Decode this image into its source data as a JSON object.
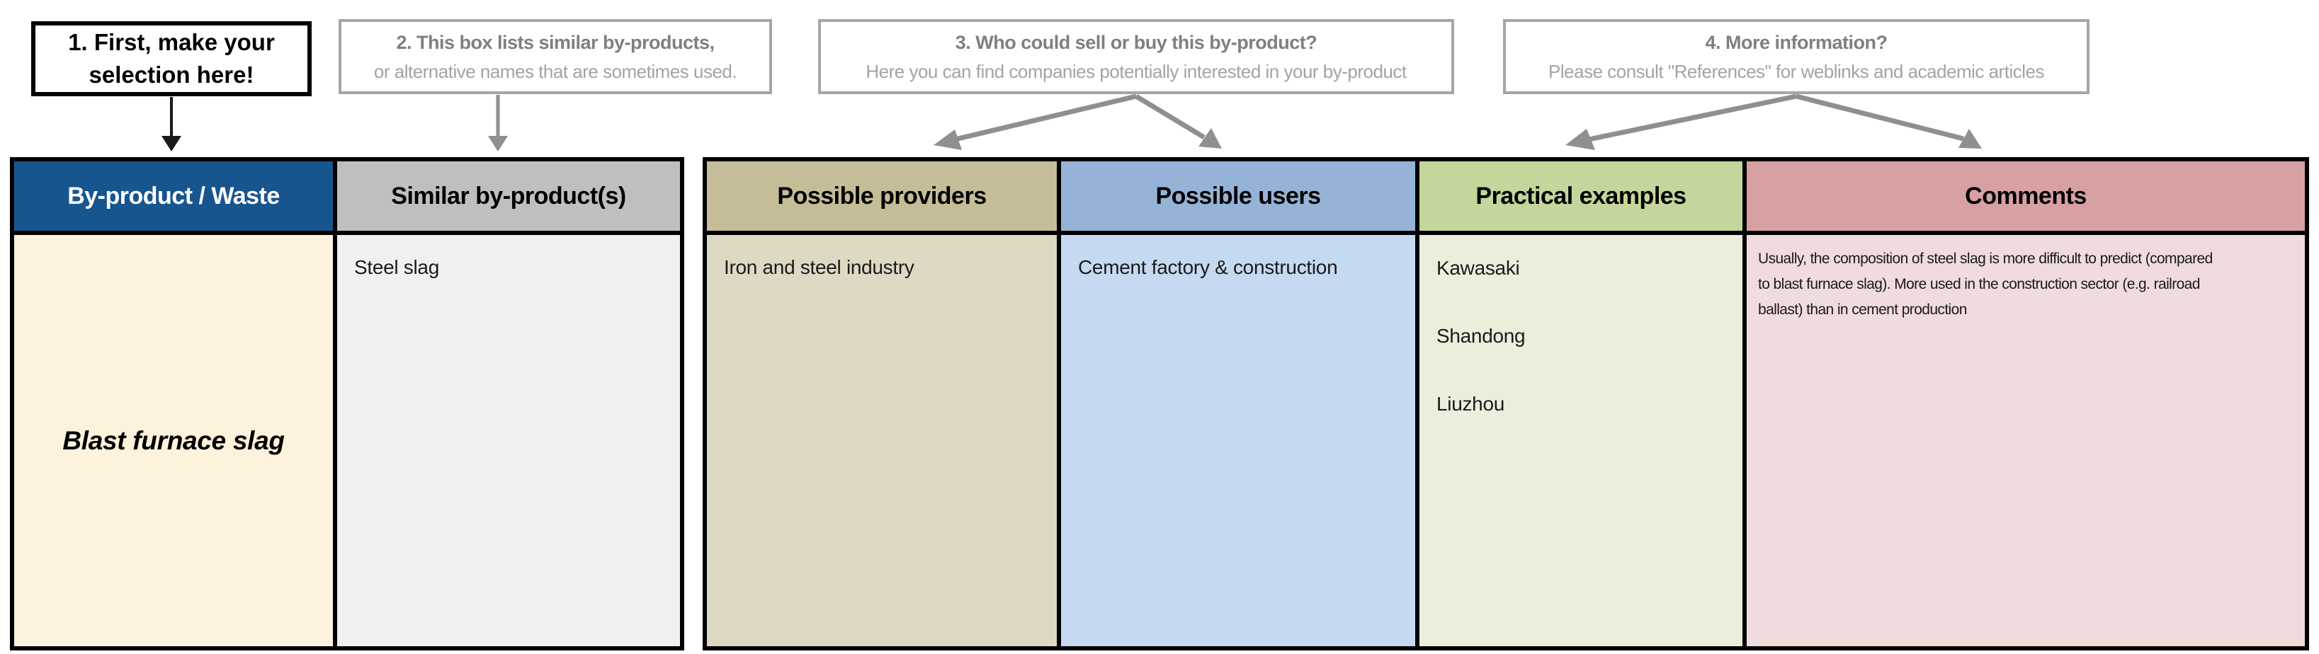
{
  "annotations": {
    "box1": {
      "text": "1. First, make your selection here!"
    },
    "box2": {
      "line1": "2. This box lists similar by-products,",
      "line2": "or alternative names that are sometimes used."
    },
    "box3": {
      "line1": "3. Who could sell or buy this by-product?",
      "line2": "Here you can find companies potentially interested in your by-product"
    },
    "box4": {
      "line1": "4. More information?",
      "line2": "Please consult \"References\"  for weblinks and academic articles"
    }
  },
  "table": {
    "headers": {
      "byproduct": "By-product / Waste",
      "similar": "Similar by-product(s)",
      "providers": "Possible providers",
      "users": "Possible users",
      "examples": "Practical examples",
      "comments": "Comments"
    },
    "row": {
      "byproduct": "Blast furnace slag",
      "similar": "Steel slag",
      "providers": "Iron and steel industry",
      "users": "Cement factory & construction",
      "examples": [
        "Kawasaki",
        "Shandong",
        "Liuzhou"
      ],
      "comment_lines": [
        "Usually, the composition of steel slag is more difficult to predict (compared",
        "to blast furnace slag). More used in the construction sector (e.g. railroad",
        "ballast) than in cement production"
      ]
    }
  },
  "colors": {
    "border_black": "#000000",
    "annotation_border": "#a6a6a6",
    "annotation_text_bold": "#7f7f7f",
    "annotation_text_light": "#a3a3a3",
    "arrow_black": "#1a1a1a",
    "arrow_gray": "#8f8f8f",
    "header_blue": "#17558f",
    "header_text_light": "#ffffff",
    "header_gray": "#bfbfbf",
    "header_tan": "#c4bd97",
    "header_users_blue": "#95b3d7",
    "header_green": "#c3d69b",
    "header_pink": "#d7a0a3",
    "body_cream": "#fdf3dc",
    "body_gray": "#f0f0f0",
    "body_tan": "#ddd9c3",
    "body_blue": "#c5d9f1",
    "body_green": "#eaefdc",
    "body_pink": "#f0dcdc"
  }
}
